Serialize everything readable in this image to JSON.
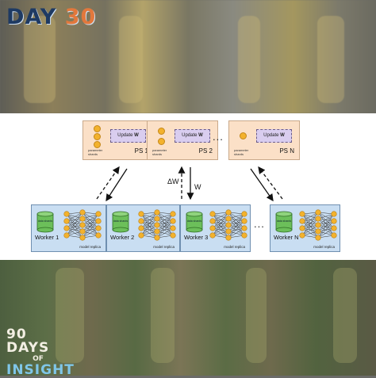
{
  "header": {
    "day_word": "DAY",
    "day_number": "30"
  },
  "badge": {
    "line1": "90 DAYS",
    "line2": "OF",
    "line3": "INSIGHT"
  },
  "diagram": {
    "parameter_servers": [
      {
        "label": "PS 1",
        "update_text": "Update",
        "update_var": "W",
        "shard_label": "parameter shards",
        "dots": 3
      },
      {
        "label": "PS 2",
        "update_text": "Update",
        "update_var": "W",
        "shard_label": "parameter shards",
        "dots": 2
      },
      {
        "label": "PS N",
        "update_text": "Update",
        "update_var": "W",
        "shard_label": "parameter shards",
        "dots": 1
      }
    ],
    "ps_ellipsis": "...",
    "workers": [
      {
        "label": "Worker 1",
        "data_label": "data shards",
        "replica_label": "model replica"
      },
      {
        "label": "Worker 2",
        "data_label": "data shards",
        "replica_label": "model replica"
      },
      {
        "label": "Worker 3",
        "data_label": "data shards",
        "replica_label": "model replica"
      },
      {
        "label": "Worker N",
        "data_label": "data shards",
        "replica_label": "model replica"
      }
    ],
    "worker_ellipsis": "...",
    "delta_w_label": "ΔW",
    "w_label": "W",
    "colors": {
      "ps_fill": "#fbe0c7",
      "worker_fill": "#c9def2",
      "update_fill": "#d9cdef",
      "node": "#f3b22d",
      "data_cylinder": "#6cbf5a"
    }
  }
}
